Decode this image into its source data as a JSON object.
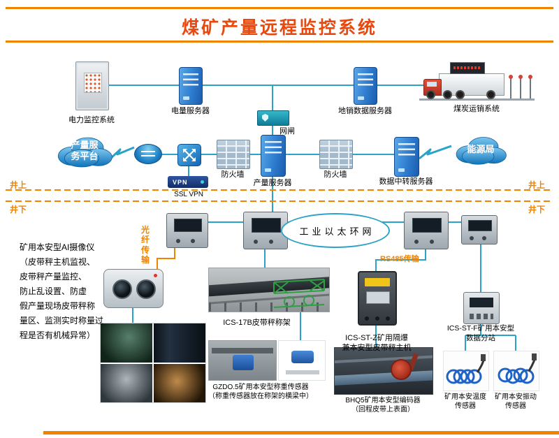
{
  "title": "煤矿产量远程监控系统",
  "colors": {
    "accent_orange": "#f08300",
    "title_color": "#e8490e",
    "line_blue": "#2aa3c8"
  },
  "surface": {
    "power_monitor_label": "电力监控系统",
    "power_server_label": "电量服务器",
    "gateway_label": "网闸",
    "sales_server_label": "地销数据服务器",
    "coal_transport_label": "煤炭运销系统",
    "platform_cloud_label": "产量服\n务平台",
    "firewall_left_label": "防火墙",
    "production_server_label": "产量服务器",
    "firewall_right_label": "防火墙",
    "relay_server_label": "数据中转服务器",
    "energy_cloud_label": "能源局",
    "vpn_device_text": "VPN",
    "vpn_label": "SSL VPN"
  },
  "zones": {
    "surface_left": "井上",
    "surface_right": "井上",
    "underground_left": "井下",
    "underground_right": "井下"
  },
  "underground": {
    "ring_label": "工业以太环网",
    "fiber_label": "光\n纤\n传\n输",
    "rs485_label": "RS485传输",
    "ai_camera_note": "矿用本安型AI摄像仪\n（皮带秤主机监视、\n皮带秤产量监控、\n防止乱设置、防虚\n假产量现场皮带秤称\n量区、监测实时称量过\n程是否有机械异常）",
    "belt_scale_label": "ICS-17B皮带秤称架",
    "scale_host_label": "ICS-ST-Z矿用隔爆\n兼本安型皮带秤主机",
    "data_station_label": "ICS-ST-F矿用本安型\n数据分站",
    "weight_sensor_label": "GZDO.5矿用本安型称重传感器\n（称重传感器放在称架的横梁中）",
    "encoder_label": "BHQ5矿用本安型编码器\n（回程皮带上表面）",
    "temp_sensor_label": "矿用本安温度\n传感器",
    "vib_sensor_label": "矿用本安振动\n传感器"
  }
}
